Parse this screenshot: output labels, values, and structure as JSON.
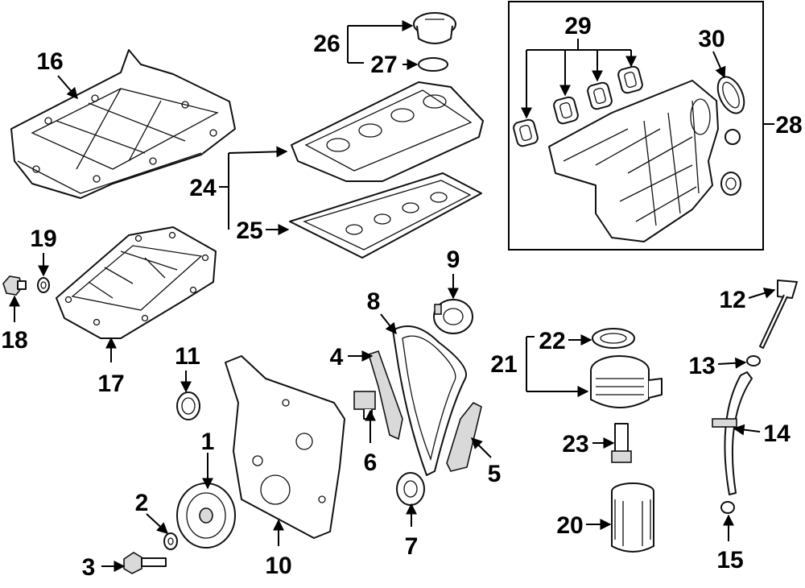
{
  "callouts": {
    "c1": "1",
    "c2": "2",
    "c3": "3",
    "c4": "4",
    "c5": "5",
    "c6": "6",
    "c7": "7",
    "c8": "8",
    "c9": "9",
    "c10": "10",
    "c11": "11",
    "c12": "12",
    "c13": "13",
    "c14": "14",
    "c15": "15",
    "c16": "16",
    "c17": "17",
    "c18": "18",
    "c19": "19",
    "c20": "20",
    "c21": "21",
    "c22": "22",
    "c23": "23",
    "c24": "24",
    "c25": "25",
    "c26": "26",
    "c27": "27",
    "c28": "28",
    "c29": "29",
    "c30": "30"
  },
  "colors": {
    "ink": "#000000",
    "background": "#ffffff",
    "shade": "#d9d9d9"
  }
}
